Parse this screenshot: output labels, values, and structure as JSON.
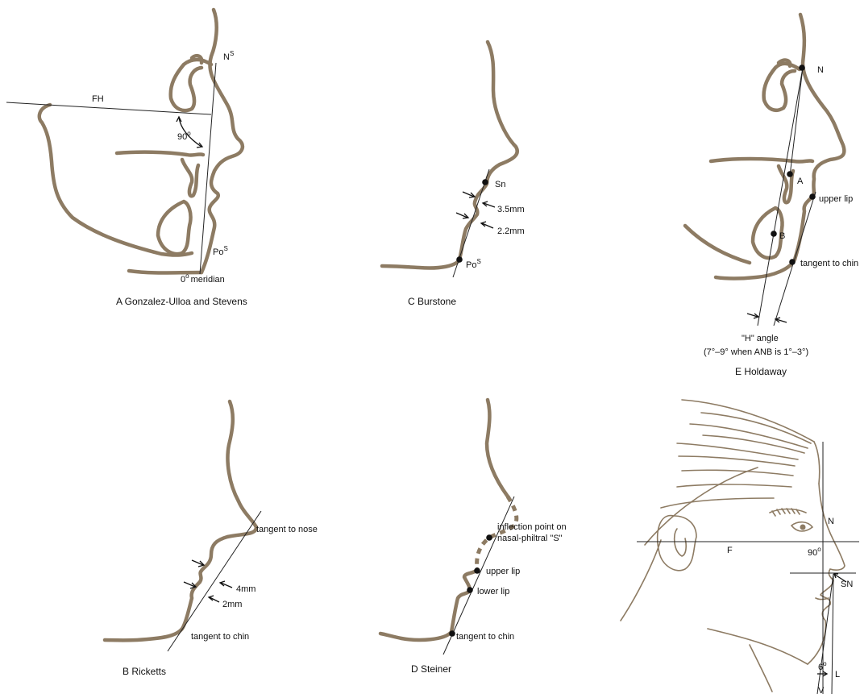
{
  "panels": {
    "a": {
      "caption": "A Gonzalez-Ulloa and Stevens",
      "labels": {
        "ns": "N",
        "ns_sup": "S",
        "fh": "FH",
        "angle": "90",
        "angle_unit": "o",
        "pos": "Po",
        "pos_sup": "S",
        "meridian_pre": "0",
        "meridian_sup": "o",
        "meridian": "meridian"
      }
    },
    "c": {
      "caption": "C Burstone",
      "labels": {
        "sn": "Sn",
        "dist1": "3.5mm",
        "dist2": "2.2mm",
        "pos": "Po",
        "pos_sup": "S"
      }
    },
    "e": {
      "caption": "E Holdaway",
      "labels": {
        "n": "N",
        "a": "A",
        "upper_lip": "upper lip",
        "b": "B",
        "tangent_chin": "tangent to chin",
        "h_angle": "\"H\" angle",
        "range": "(7°–9° when ANB is 1°–3°)"
      }
    },
    "b": {
      "caption": "B Ricketts",
      "labels": {
        "tangent_nose": "tangent to nose",
        "dist1": "4mm",
        "dist2": "2mm",
        "tangent_chin": "tangent to chin"
      }
    },
    "d": {
      "caption": "D Steiner",
      "labels": {
        "inflection1": "inflection point on",
        "inflection2": "nasal-philtral \"S\"",
        "upper_lip": "upper lip",
        "lower_lip": "lower lip",
        "tangent_chin": "tangent to chin"
      }
    },
    "f": {
      "labels": {
        "n": "N",
        "f": "F",
        "angle": "90",
        "angle_unit": "o",
        "sn": "SN",
        "angle6": "6",
        "angle6_unit": "o",
        "l": "L",
        "v": "V"
      }
    }
  },
  "colors": {
    "profile": "#8d7b63",
    "ink": "#111111"
  }
}
